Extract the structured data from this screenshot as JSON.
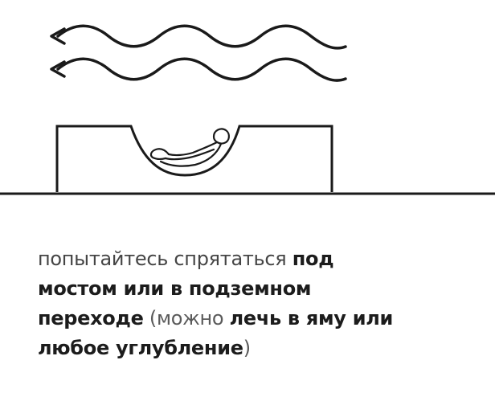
{
  "instruction": {
    "line1": {
      "normal": "попытайтесь спрятаться ",
      "bold": "под"
    },
    "line2": {
      "bold": "мостом или в подземном"
    },
    "line3": {
      "bold1": "переходе",
      "normal1": " (можно ",
      "bold2": "лечь в яму или"
    },
    "line4": {
      "bold": "любое углубление",
      "normal": ")"
    }
  },
  "icons": [
    "wind-icon",
    "pit-icon",
    "lying-person-icon"
  ],
  "colors": {
    "ink": "#1a1a1a",
    "text": "#454545",
    "background": "#ffffff"
  }
}
